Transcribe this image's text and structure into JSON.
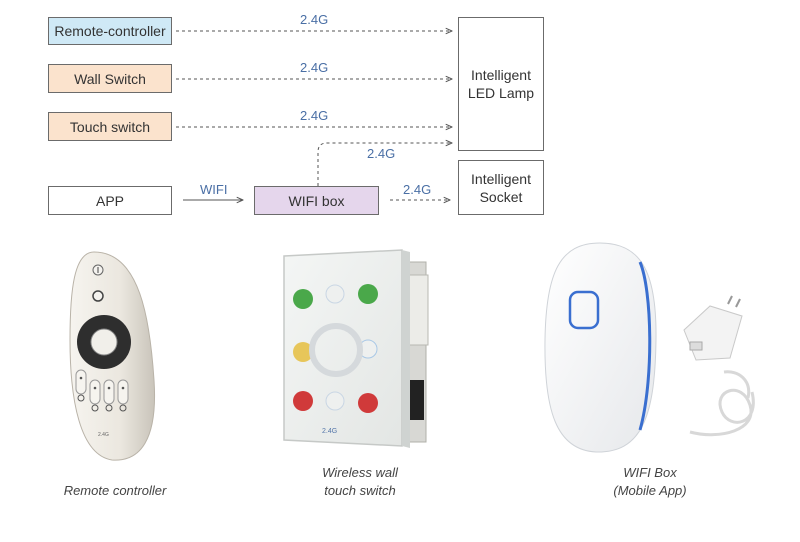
{
  "colors": {
    "remote_fill": "#cfe9f6",
    "switch_fill": "#fbe3cd",
    "wifibox_fill": "#e5d6ec",
    "plain_fill": "#ffffff",
    "edge_label": "#4a6fa5",
    "wifi_accent": "#3a6fd0"
  },
  "nodes": {
    "remote_controller": "Remote-controller",
    "wall_switch": "Wall Switch",
    "touch_switch": "Touch switch",
    "app": "APP",
    "wifi_box": "WIFI box",
    "led_lamp_line1": "Intelligent",
    "led_lamp_line2": "LED Lamp",
    "socket_line1": "Intelligent",
    "socket_line2": "Socket"
  },
  "edges": {
    "remote_to_lamp": "2.4G",
    "wall_to_lamp": "2.4G",
    "touch_to_lamp": "2.4G",
    "wifibox_to_lamp": "2.4G",
    "app_to_wifibox": "WIFI",
    "wifibox_to_socket": "2.4G"
  },
  "device_text": {
    "panel_marking": "2.4G",
    "remote_marking": "2.4G"
  },
  "captions": {
    "remote": "Remote controller",
    "wall_line1": "Wireless wall",
    "wall_line2": "touch switch",
    "wifi_line1": "WIFI Box",
    "wifi_line2": "(Mobile App)"
  }
}
